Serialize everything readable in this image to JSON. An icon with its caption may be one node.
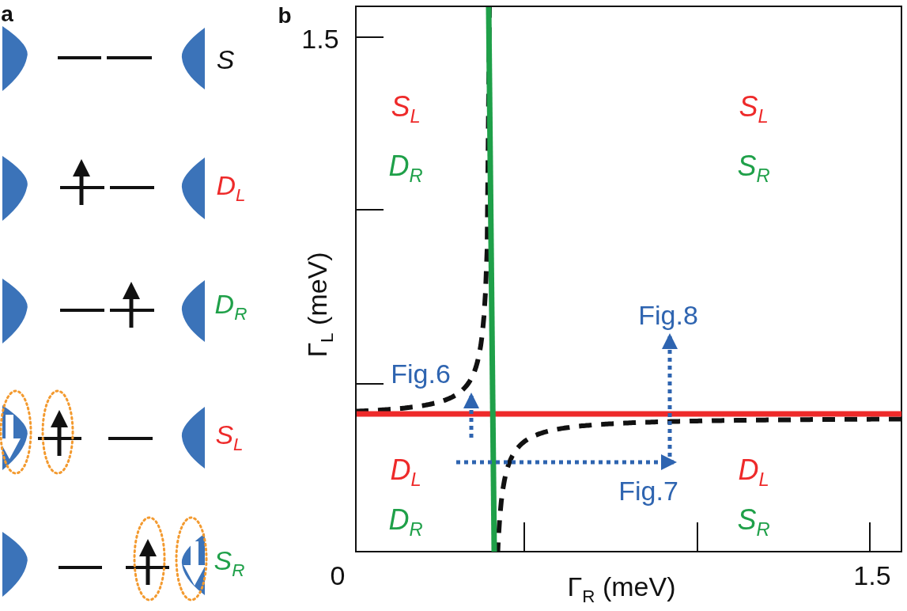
{
  "diagram": {
    "nodes": [
      {
        "text": [
          "Fig.8"
        ]
      },
      {
        "text": [
          "Fig.6"
        ]
      },
      {
        "text": [
          "Fig.7"
        ]
      }
    ],
    "edges": [
      {
        "from": null,
        "to": 1,
        "arrow": "to",
        "style": "dashed"
      },
      {
        "from": null,
        "to": 2,
        "arrow": "to",
        "style": "dashed"
      },
      {
        "from": null,
        "to": 0,
        "arrow": "to",
        "style": "dashed"
      }
    ],
    "labels": [
      "a",
      "S",
      "D$_{L}$",
      "D$_{R}$",
      "S$_{L}$",
      "S$_{R}$",
      "b",
      "1.5",
      "S$_{L}$",
      "S$_{L}$",
      "D$_{R}$",
      "S$_{R}$",
      "Γ$_{L}$ (meV)",
      "D$_{L}$",
      "D$_{L}$",
      "D$_{R}$",
      "S$_{R}$",
      "0",
      "Γ$_{R}$ (meV)",
      "1.5"
    ]
  }
}
